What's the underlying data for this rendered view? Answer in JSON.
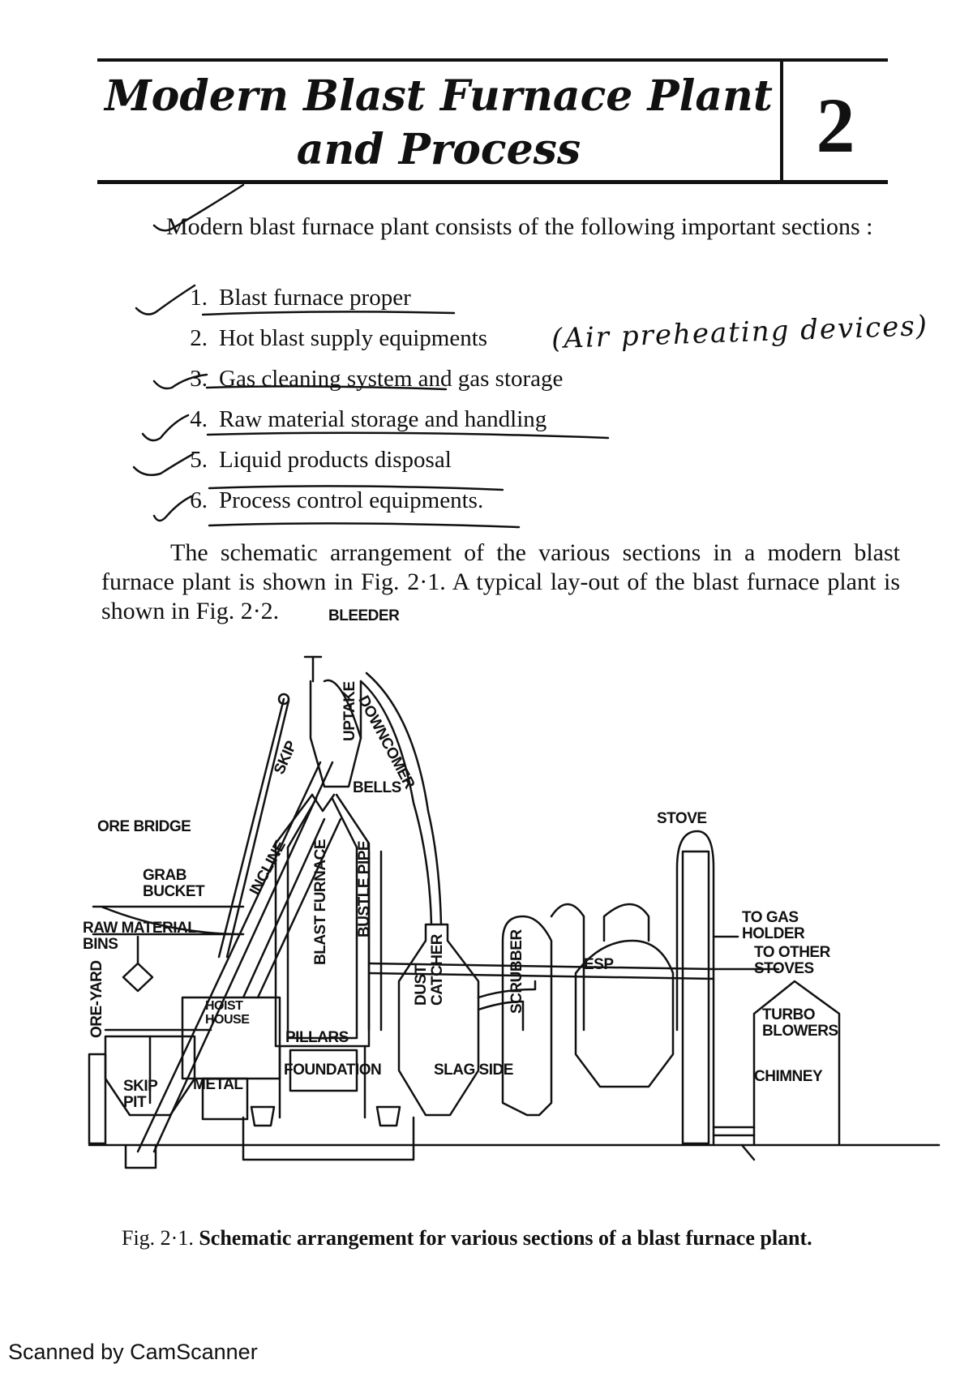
{
  "chapter": {
    "title_line1": "Modern Blast Furnace Plant",
    "title_line2": "and Process",
    "number": "2"
  },
  "intro_text": "Modern blast furnace plant consists of the following important sections :",
  "sections": [
    {
      "num": "1.",
      "label": "Blast furnace proper"
    },
    {
      "num": "2.",
      "label": "Hot blast supply equipments"
    },
    {
      "num": "3.",
      "label": "Gas cleaning system and gas storage"
    },
    {
      "num": "4.",
      "label": "Raw material storage and handling"
    },
    {
      "num": "5.",
      "label": "Liquid products disposal"
    },
    {
      "num": "6.",
      "label": "Process control equipments."
    }
  ],
  "handwritten_note": "(Air preheating devices)",
  "schema_text": "The schematic arrangement of the various sections in a modern blast furnace plant is shown in Fig. 2·1. A typical lay-out of the blast furnace plant is shown in Fig. 2·2.",
  "figure": {
    "labels": {
      "bleeder": "BLEEDER",
      "uptake": "UPTAKE",
      "downcomer": "DOWNCOMER",
      "skip": "SKIP",
      "bells": "BELLS",
      "ore_bridge": "ORE BRIDGE",
      "grab_bucket": "GRAB\nBUCKET",
      "incline": "INCLINE",
      "blast_furnace": "BLAST FURNACE",
      "bustle_pipe": "BUSTLE PIPE",
      "raw_material_bins": "RAW MATERIAL\nBINS",
      "dust_catcher": "DUST\nCATCHER",
      "scrubber": "SCRUBBER",
      "esp": "ESP",
      "stove": "STOVE",
      "to_gas_holder": "TO GAS\nHOLDER",
      "to_other_stoves": "TO OTHER\nSTOVES",
      "ore_yard": "ORE-YARD",
      "hoist_house": "HOIST\nHOUSE",
      "pillars": "PILLARS",
      "turbo_blowers": "TURBO\nBLOWERS",
      "skip_pit": "SKIP\nPIT",
      "metal": "METAL",
      "foundation": "FOUNDATION",
      "slag_side": "SLAG SIDE",
      "chimney": "CHIMNEY"
    },
    "caption_number": "Fig. 2·1.",
    "caption_text": "Schematic arrangement for various sections of a blast furnace plant."
  },
  "scanner_mark": "Scanned by CamScanner"
}
